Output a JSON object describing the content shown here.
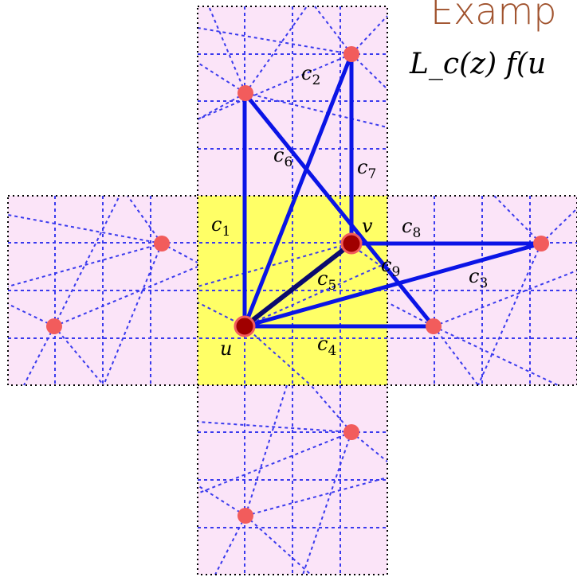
{
  "title": "Examp",
  "formula": "L_c(z) f(u",
  "colors": {
    "title": "#a0522d",
    "panel_fill": "#fbe4f8",
    "center_fill": "#ffff66",
    "grid_dash": "#3a3aee",
    "edge": "#0a14e6",
    "node_outer": "#f25c5c",
    "node_inner": "#a00000"
  },
  "nodes": [
    "u",
    "v"
  ],
  "curves": [
    "c1",
    "c2",
    "c3",
    "c4",
    "c5",
    "c6",
    "c7",
    "c8",
    "c9"
  ]
}
